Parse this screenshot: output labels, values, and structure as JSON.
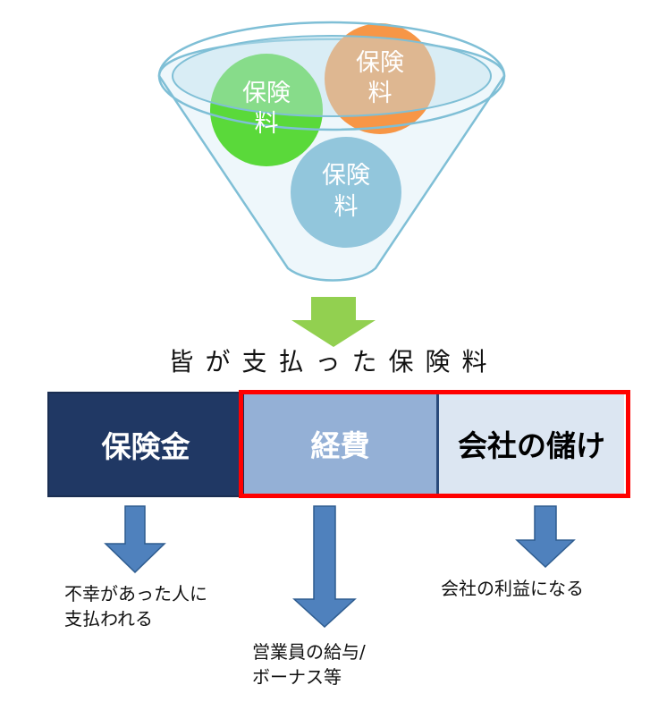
{
  "funnel": {
    "balls": [
      {
        "label_line1": "保険",
        "label_line2": "料",
        "color": "#5ad93a"
      },
      {
        "label_line1": "保険",
        "label_line2": "料",
        "color": "#f79646"
      },
      {
        "label_line1": "保険",
        "label_line2": "料",
        "color": "#92c6dc"
      }
    ],
    "funnel_stroke": "#7fbfd6",
    "arrow_color": "#92d050"
  },
  "title": "皆が支払った保険料",
  "segments": {
    "insurance_payout": "保険金",
    "expenses": "経費",
    "profit": "会社の儲け"
  },
  "captions": {
    "insurance_payout": [
      "不幸があった人に",
      "支払われる"
    ],
    "expenses": [
      "営業員の給与/",
      "ボーナス等"
    ],
    "profit": [
      "会社の利益になる"
    ]
  },
  "colors": {
    "dark_navy": "#203864",
    "mid_blue": "#94b0d6",
    "light_blue": "#dce6f2",
    "highlight_red": "#ff0000",
    "down_arrow": "#4f81bd"
  }
}
